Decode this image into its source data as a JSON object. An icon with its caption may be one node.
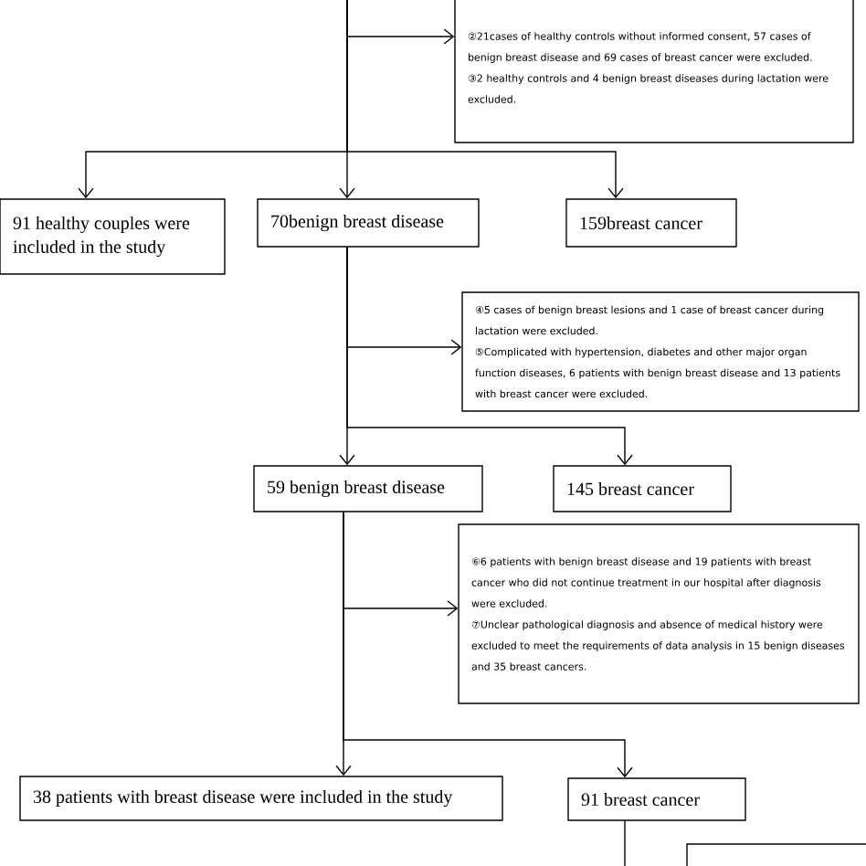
{
  "diagram": {
    "nodes": [
      {
        "text": [
          "②21cases of healthy controls without informed consent, 57 cases of benign breast disease and 69 cases of breast cancer were excluded.",
          "③2 healthy controls and 4 benign breast diseases during lactation were excluded."
        ]
      },
      {
        "text": [
          "91 healthy couples were included in the study"
        ]
      },
      {
        "text": [
          "70benign breast disease"
        ]
      },
      {
        "text": [
          "159breast cancer"
        ]
      },
      {
        "text": [
          "④5 cases of benign breast lesions and 1 case of breast cancer during lactation were excluded.",
          "⑤Complicated with hypertension, diabetes and other major organ function diseases, 6 patients with benign breast disease and 13 patients with breast cancer were excluded."
        ]
      },
      {
        "text": [
          "59 benign breast disease"
        ]
      },
      {
        "text": [
          "145 breast cancer"
        ]
      },
      {
        "text": [
          "⑥6 patients with benign breast disease and 19 patients with breast cancer who did not continue treatment in our hospital after diagnosis were excluded.",
          "⑦Unclear pathological diagnosis and absence of medical history were excluded to meet the requirements of data analysis in 15 benign diseases and 35 breast cancers."
        ]
      },
      {
        "text": [
          "38 patients with breast disease were included in the study"
        ]
      },
      {
        "text": [
          "91 breast cancer"
        ]
      },
      {
        "text": [],
        "shape": "box"
      }
    ],
    "edges": [
      {
        "from": null,
        "to": 0,
        "arrow": "to"
      },
      {
        "from": null,
        "to": 1,
        "arrow": "to"
      },
      {
        "from": null,
        "to": 2,
        "arrow": "to"
      },
      {
        "from": null,
        "to": 3,
        "arrow": "to"
      },
      {
        "from": 2,
        "to": 4,
        "arrow": "to"
      },
      {
        "from": 2,
        "to": 5,
        "arrow": "to"
      },
      {
        "from": 2,
        "to": 6,
        "arrow": "to"
      },
      {
        "from": 5,
        "to": 7,
        "arrow": "to"
      },
      {
        "from": 5,
        "to": 8,
        "arrow": "to"
      },
      {
        "from": 5,
        "to": 9,
        "arrow": "to"
      },
      {
        "from": 9,
        "to": null,
        "arrow": "none"
      }
    ]
  }
}
